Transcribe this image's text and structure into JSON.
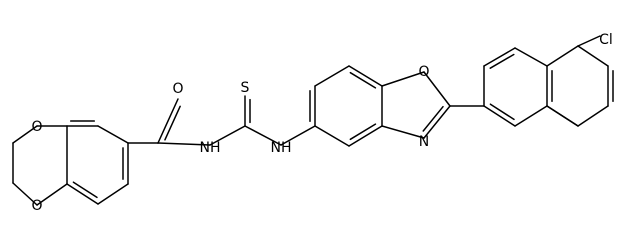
{
  "atoms": {
    "O_carbonyl": "O",
    "NH_amide": "NH",
    "S_thio": "S",
    "NH_amine": "NH",
    "O_dioxin_top": "O",
    "O_dioxin_bottom": "O",
    "O_oxazole": "O",
    "N_oxazole": "N",
    "Cl": "Cl"
  }
}
